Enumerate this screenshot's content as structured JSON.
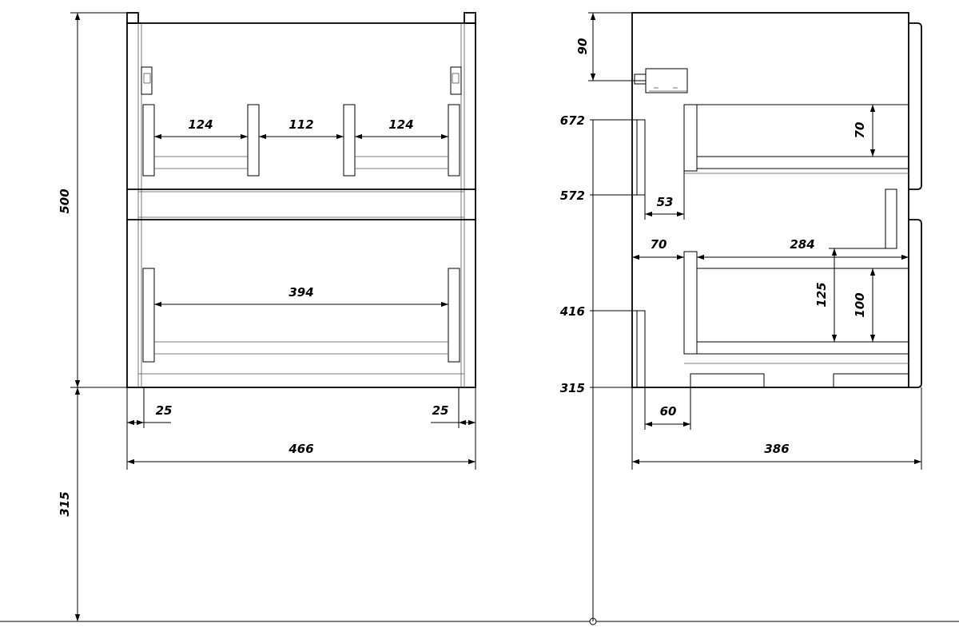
{
  "front_view": {
    "height_total": "500",
    "leg_height": "315",
    "width_total": "466",
    "side_offset_left": "25",
    "side_offset_right": "25",
    "upper_left_width": "124",
    "upper_gap": "112",
    "upper_right_width": "124",
    "lower_width": "394"
  },
  "side_view": {
    "top_offset": "90",
    "level_1": "672",
    "level_2": "572",
    "level_3": "416",
    "level_4": "315",
    "rail_depth": "53",
    "front_offset": "70",
    "drawer_depth": "284",
    "upper_drawer_height": "70",
    "lower_outer_height": "125",
    "lower_inner_height": "100",
    "foot_offset": "60",
    "depth_total": "386"
  }
}
